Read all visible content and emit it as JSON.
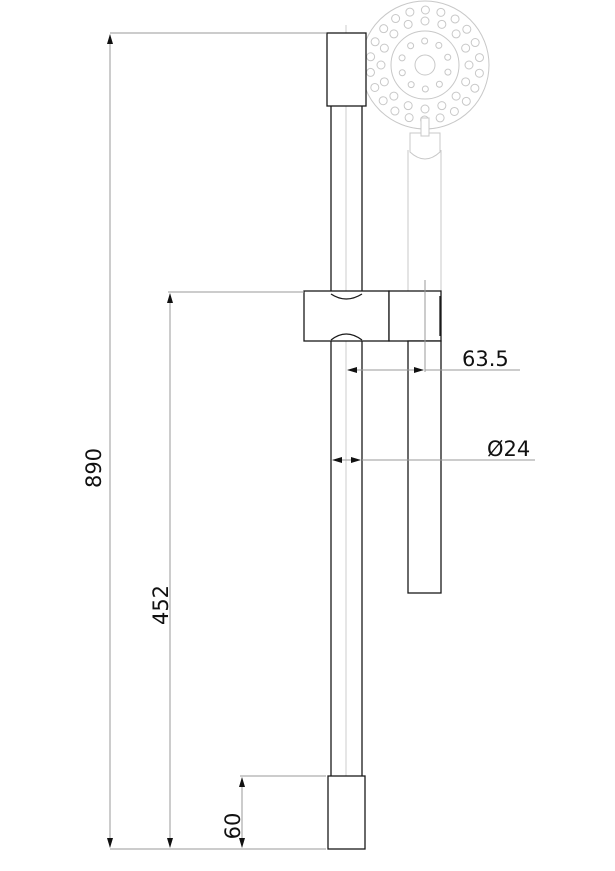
{
  "drawing": {
    "title": "Shower rail with hand shower - dimensions",
    "dimensions": {
      "overall_height": "890",
      "slider_height": "452",
      "bottom_bracket_height": "60",
      "projection": "63.5",
      "rail_diameter": "Ø24"
    },
    "units": "mm"
  }
}
